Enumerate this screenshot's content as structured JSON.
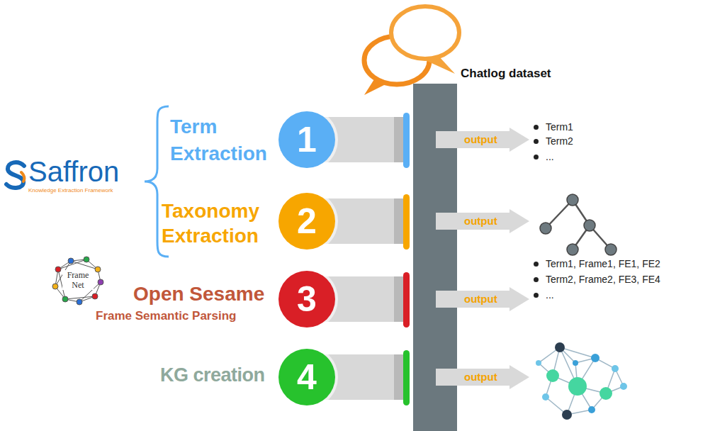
{
  "diagram": {
    "nodes": [
      {
        "text": [
          "1"
        ]
      },
      {
        "text": [
          "output"
        ]
      },
      {
        "text": [
          "2"
        ]
      },
      {
        "text": [
          "output"
        ]
      },
      {
        "text": [
          "3"
        ]
      },
      {
        "text": [
          "output"
        ]
      },
      {
        "text": [
          "4"
        ]
      },
      {
        "text": [
          "output"
        ]
      }
    ],
    "labels": [
      "Chatlog dataset",
      "Term Extraction",
      "Taxonomy Extraction",
      "Saffron",
      "Knowledge Extraction Framework",
      "Frame Net",
      "Open Sesame",
      "Frame Semantic Parsing",
      "KG creation",
      "Term1",
      "Term2",
      "...",
      "Term1, Frame1, FE1, FE2",
      "Term2, Frame2, FE3, FE4",
      "..."
    ]
  }
}
